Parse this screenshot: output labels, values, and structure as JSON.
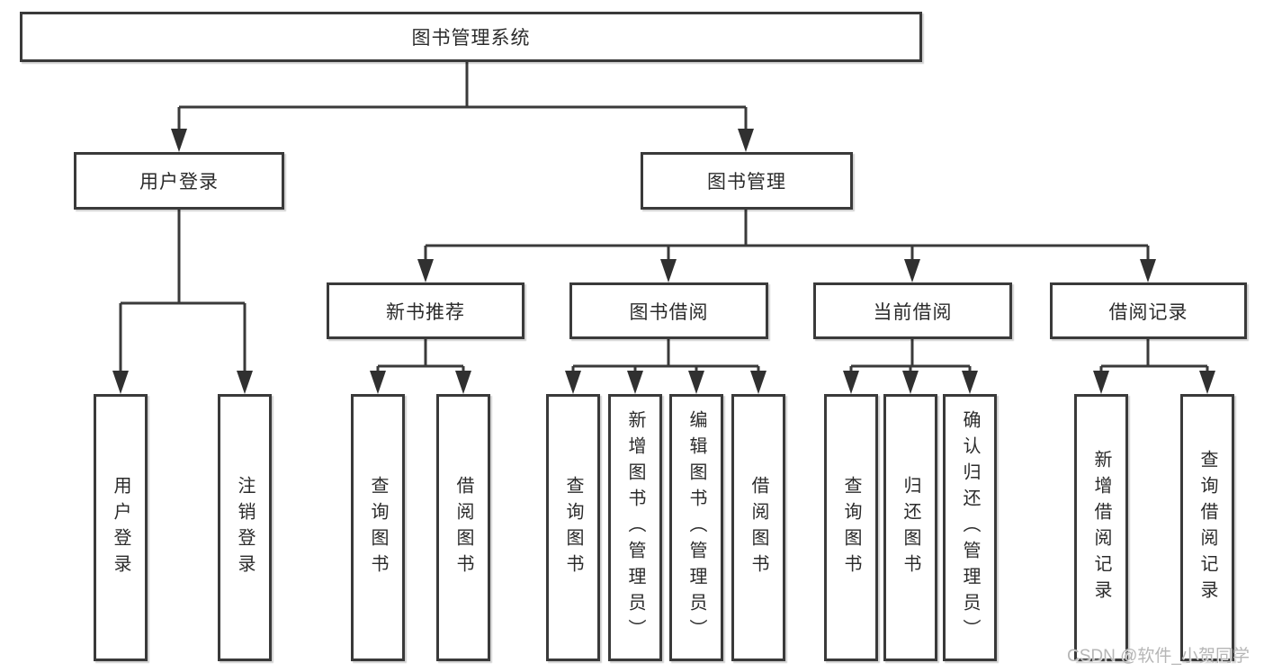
{
  "tree": {
    "label": "图书管理系统",
    "children": [
      {
        "label": "用户登录",
        "children": [
          {
            "label": "用户登录"
          },
          {
            "label": "注销登录"
          }
        ]
      },
      {
        "label": "图书管理",
        "children": [
          {
            "label": "新书推荐",
            "children": [
              {
                "label": "查询图书"
              },
              {
                "label": "借阅图书"
              }
            ]
          },
          {
            "label": "图书借阅",
            "children": [
              {
                "label": "查询图书"
              },
              {
                "label": "新增图书（管理员）"
              },
              {
                "label": "编辑图书（管理员）"
              },
              {
                "label": "借阅图书"
              }
            ]
          },
          {
            "label": "当前借阅",
            "children": [
              {
                "label": "查询图书"
              },
              {
                "label": "归还图书"
              },
              {
                "label": "确认归还（管理员）"
              }
            ]
          },
          {
            "label": "借阅记录",
            "children": [
              {
                "label": "新增借阅记录"
              },
              {
                "label": "查询借阅记录"
              }
            ]
          }
        ]
      }
    ]
  },
  "watermark": {
    "text": "CSDN @软件_小贺同学"
  },
  "colors": {
    "line": "#3a3a3a",
    "box_border": "#3a3a3a",
    "text": "#2b2b2b",
    "watermark": "#b6b6b6",
    "background": "#ffffff"
  }
}
